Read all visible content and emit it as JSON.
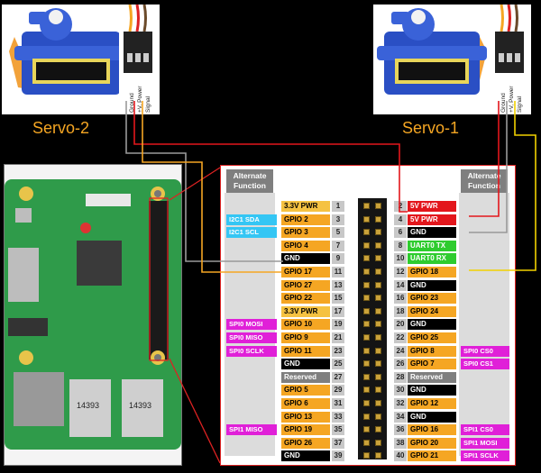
{
  "servos": [
    {
      "name": "Servo-2",
      "wires": [
        "Ground",
        "+V, Power",
        "Signal"
      ]
    },
    {
      "name": "Servo-1",
      "wires": [
        "Ground",
        "+V, Power",
        "Signal"
      ]
    }
  ],
  "header": {
    "alt_heading_left": "Alternate\nFunction",
    "alt_heading_right": "Alternate\nFunction",
    "left_pins": [
      {
        "pin": "1",
        "label": "3.3V PWR",
        "color": "#f5c242",
        "text": "#000",
        "alt": "",
        "alt_color": ""
      },
      {
        "pin": "3",
        "label": "GPIO 2",
        "color": "#f5a623",
        "text": "#000",
        "alt": "I2C1 SDA",
        "alt_color": "#34c6f4"
      },
      {
        "pin": "5",
        "label": "GPIO 3",
        "color": "#f5a623",
        "text": "#000",
        "alt": "I2C1 SCL",
        "alt_color": "#34c6f4"
      },
      {
        "pin": "7",
        "label": "GPIO 4",
        "color": "#f5a623",
        "text": "#000",
        "alt": "",
        "alt_color": ""
      },
      {
        "pin": "9",
        "label": "GND",
        "color": "#000000",
        "text": "#fff",
        "alt": "",
        "alt_color": ""
      },
      {
        "pin": "11",
        "label": "GPIO 17",
        "color": "#f5a623",
        "text": "#000",
        "alt": "",
        "alt_color": ""
      },
      {
        "pin": "13",
        "label": "GPIO 27",
        "color": "#f5a623",
        "text": "#000",
        "alt": "",
        "alt_color": ""
      },
      {
        "pin": "15",
        "label": "GPIO 22",
        "color": "#f5a623",
        "text": "#000",
        "alt": "",
        "alt_color": ""
      },
      {
        "pin": "17",
        "label": "3.3V PWR",
        "color": "#f5c242",
        "text": "#000",
        "alt": "",
        "alt_color": ""
      },
      {
        "pin": "19",
        "label": "GPIO 10",
        "color": "#f5a623",
        "text": "#000",
        "alt": "SPI0 MOSI",
        "alt_color": "#e020d8"
      },
      {
        "pin": "21",
        "label": "GPIO 9",
        "color": "#f5a623",
        "text": "#000",
        "alt": "SPI0 MISO",
        "alt_color": "#e020d8"
      },
      {
        "pin": "23",
        "label": "GPIO 11",
        "color": "#f5a623",
        "text": "#000",
        "alt": "SPI0 SCLK",
        "alt_color": "#e020d8"
      },
      {
        "pin": "25",
        "label": "GND",
        "color": "#000000",
        "text": "#fff",
        "alt": "",
        "alt_color": ""
      },
      {
        "pin": "27",
        "label": "Reserved",
        "color": "#7f7f7f",
        "text": "#fff",
        "alt": "",
        "alt_color": ""
      },
      {
        "pin": "29",
        "label": "GPIO 5",
        "color": "#f5a623",
        "text": "#000",
        "alt": "",
        "alt_color": ""
      },
      {
        "pin": "31",
        "label": "GPIO 6",
        "color": "#f5a623",
        "text": "#000",
        "alt": "",
        "alt_color": ""
      },
      {
        "pin": "33",
        "label": "GPIO 13",
        "color": "#f5a623",
        "text": "#000",
        "alt": "",
        "alt_color": ""
      },
      {
        "pin": "35",
        "label": "GPIO 19",
        "color": "#f5a623",
        "text": "#000",
        "alt": "SPI1 MISO",
        "alt_color": "#e020d8"
      },
      {
        "pin": "37",
        "label": "GPIO 26",
        "color": "#f5a623",
        "text": "#000",
        "alt": "",
        "alt_color": ""
      },
      {
        "pin": "39",
        "label": "GND",
        "color": "#000000",
        "text": "#fff",
        "alt": "",
        "alt_color": ""
      }
    ],
    "right_pins": [
      {
        "pin": "2",
        "label": "5V PWR",
        "color": "#e3161c",
        "text": "#fff",
        "alt": "",
        "alt_color": ""
      },
      {
        "pin": "4",
        "label": "5V PWR",
        "color": "#e3161c",
        "text": "#fff",
        "alt": "",
        "alt_color": ""
      },
      {
        "pin": "6",
        "label": "GND",
        "color": "#000000",
        "text": "#fff",
        "alt": "",
        "alt_color": ""
      },
      {
        "pin": "8",
        "label": "UART0 TX",
        "color": "#2ecc2e",
        "text": "#fff",
        "alt": "",
        "alt_color": ""
      },
      {
        "pin": "10",
        "label": "UART0 RX",
        "color": "#2ecc2e",
        "text": "#fff",
        "alt": "",
        "alt_color": ""
      },
      {
        "pin": "12",
        "label": "GPIO 18",
        "color": "#f5a623",
        "text": "#000",
        "alt": "",
        "alt_color": ""
      },
      {
        "pin": "14",
        "label": "GND",
        "color": "#000000",
        "text": "#fff",
        "alt": "",
        "alt_color": ""
      },
      {
        "pin": "16",
        "label": "GPIO 23",
        "color": "#f5a623",
        "text": "#000",
        "alt": "",
        "alt_color": ""
      },
      {
        "pin": "18",
        "label": "GPIO 24",
        "color": "#f5a623",
        "text": "#000",
        "alt": "",
        "alt_color": ""
      },
      {
        "pin": "20",
        "label": "GND",
        "color": "#000000",
        "text": "#fff",
        "alt": "",
        "alt_color": ""
      },
      {
        "pin": "22",
        "label": "GPIO 25",
        "color": "#f5a623",
        "text": "#000",
        "alt": "",
        "alt_color": ""
      },
      {
        "pin": "24",
        "label": "GPIO 8",
        "color": "#f5a623",
        "text": "#000",
        "alt": "SPI0 CS0",
        "alt_color": "#e020d8"
      },
      {
        "pin": "26",
        "label": "GPIO 7",
        "color": "#f5a623",
        "text": "#000",
        "alt": "SPI0 CS1",
        "alt_color": "#e020d8"
      },
      {
        "pin": "28",
        "label": "Reserved",
        "color": "#7f7f7f",
        "text": "#fff",
        "alt": "",
        "alt_color": ""
      },
      {
        "pin": "30",
        "label": "GND",
        "color": "#000000",
        "text": "#fff",
        "alt": "",
        "alt_color": ""
      },
      {
        "pin": "32",
        "label": "GPIO 12",
        "color": "#f5a623",
        "text": "#000",
        "alt": "",
        "alt_color": ""
      },
      {
        "pin": "34",
        "label": "GND",
        "color": "#000000",
        "text": "#fff",
        "alt": "",
        "alt_color": ""
      },
      {
        "pin": "36",
        "label": "GPIO 16",
        "color": "#f5a623",
        "text": "#000",
        "alt": "SPI1 CS0",
        "alt_color": "#e020d8"
      },
      {
        "pin": "38",
        "label": "GPIO 20",
        "color": "#f5a623",
        "text": "#000",
        "alt": "SPI1 MOSI",
        "alt_color": "#e020d8"
      },
      {
        "pin": "40",
        "label": "GPIO 21",
        "color": "#f5a623",
        "text": "#000",
        "alt": "SPI1 SCLK",
        "alt_color": "#e020d8"
      }
    ]
  },
  "board": {
    "usb_label_1": "14393",
    "usb_label_2": "14393"
  },
  "colors": {
    "wire_ground": "#9a9a9a",
    "wire_power": "#e3161c",
    "wire_signal": "#f5a623",
    "wire_signal_servo1": "#f2d100",
    "highlight": "#d22"
  }
}
